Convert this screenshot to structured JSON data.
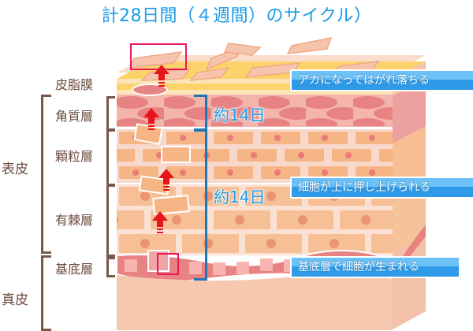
{
  "title": "計28日間（４週間）のサイクル）",
  "layers": {
    "sebum": "皮脂膜",
    "stratum_corneum": "角質層",
    "stratum_granulosum": "顆粒層",
    "stratum_spinosum": "有棘層",
    "stratum_basale": "基底層"
  },
  "groups": {
    "epidermis": "表皮",
    "dermis": "真皮"
  },
  "durations": {
    "upper": "約14日",
    "lower": "約14日"
  },
  "captions": {
    "shedding": "アカになってはがれ落ちる",
    "pushed_up": "細胞が上に押し上げられる",
    "born": "基底層で細胞が生まれる"
  },
  "colors": {
    "title_blue": "#1a9be6",
    "bracket_brown": "#7a5848",
    "bracket_blue": "#1f77b8",
    "arrow_red": "#e8141c",
    "highlight_pink": "#e8185c",
    "sebum_yellow": "#fcd36a",
    "corneum_pink": "#ec8a8a",
    "granular_orange": "#f6b585",
    "dermis_peach": "#f6c8b0"
  }
}
